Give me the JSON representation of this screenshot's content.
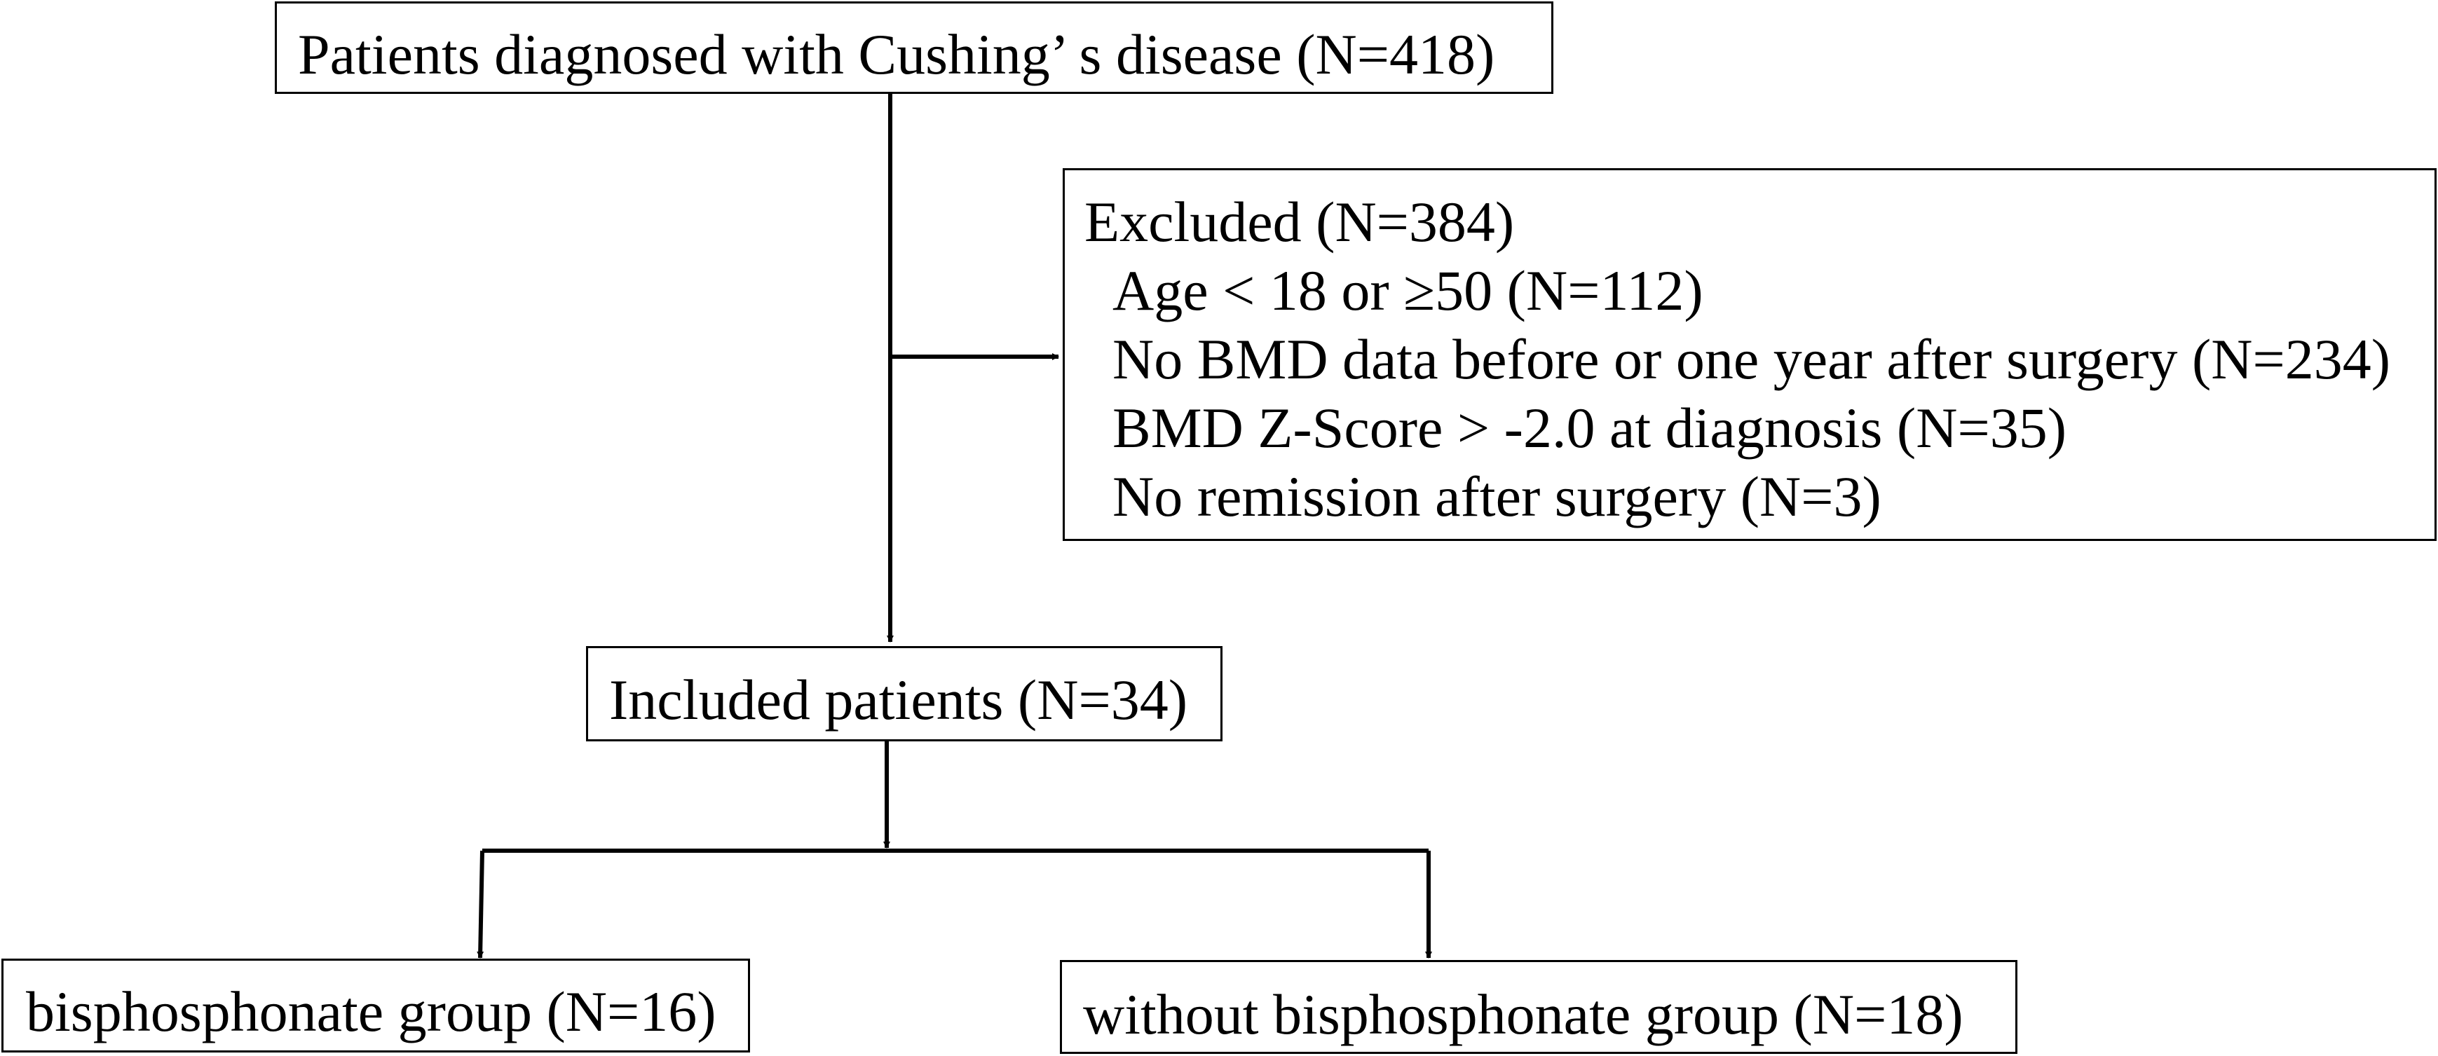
{
  "flowchart": {
    "start": {
      "label": "Patients diagnosed with Cushing’ s disease (N=418)"
    },
    "excluded": {
      "title": "Excluded (N=384)",
      "reasons": [
        "Age < 18 or ≥50 (N=112)",
        "No BMD data before or one year after surgery (N=234)",
        "BMD Z-Score  > -2.0 at diagnosis (N=35)",
        "No remission after surgery (N=3)"
      ]
    },
    "included": {
      "label": "Included patients (N=34)"
    },
    "groups": [
      {
        "label": "bisphosphonate group (N=16)"
      },
      {
        "label": "without bisphosphonate group (N=18)"
      }
    ]
  }
}
